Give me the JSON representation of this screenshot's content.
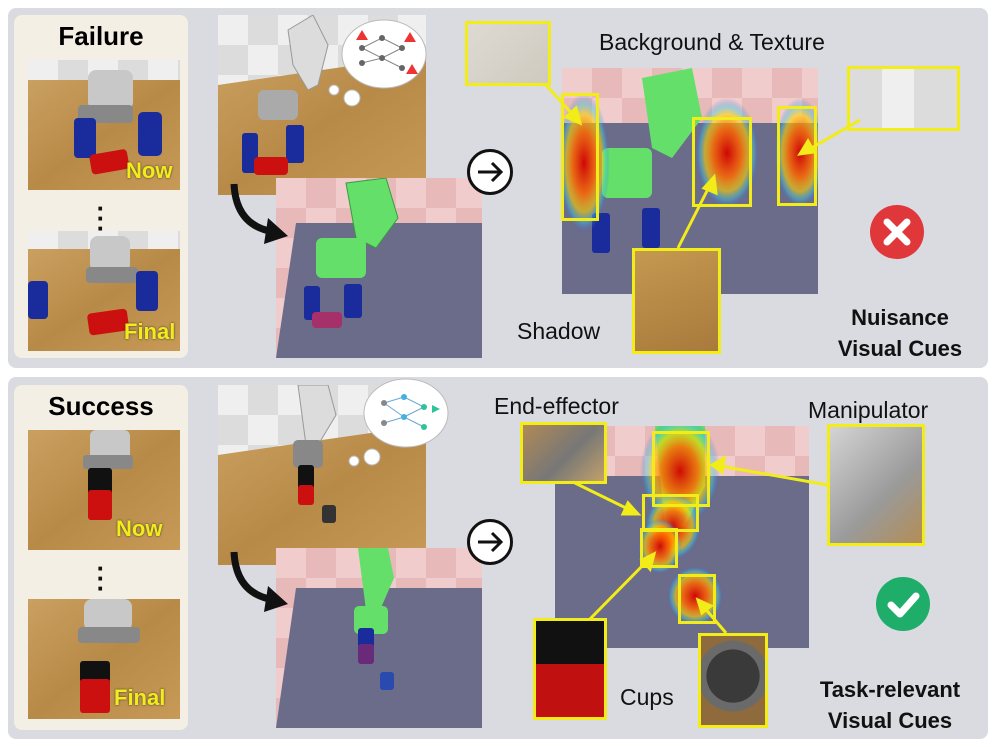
{
  "failure": {
    "status": "Failure",
    "now_label": "Now",
    "final_label": "Final",
    "top_right_title": "Background & Texture",
    "shadow_label": "Shadow",
    "cue_line1": "Nuisance",
    "cue_line2": "Visual Cues",
    "badge_icon": "cross-icon",
    "badge_color": "#e0373a"
  },
  "success": {
    "status": "Success",
    "now_label": "Now",
    "final_label": "Final",
    "end_effector_label": "End-effector",
    "manipulator_label": "Manipulator",
    "cups_label": "Cups",
    "cue_line1": "Task-relevant",
    "cue_line2": "Visual Cues",
    "badge_icon": "check-icon",
    "badge_color": "#1fae6a"
  },
  "colors": {
    "highlight": "#f2ec19",
    "panel": "#d9dbe0"
  }
}
